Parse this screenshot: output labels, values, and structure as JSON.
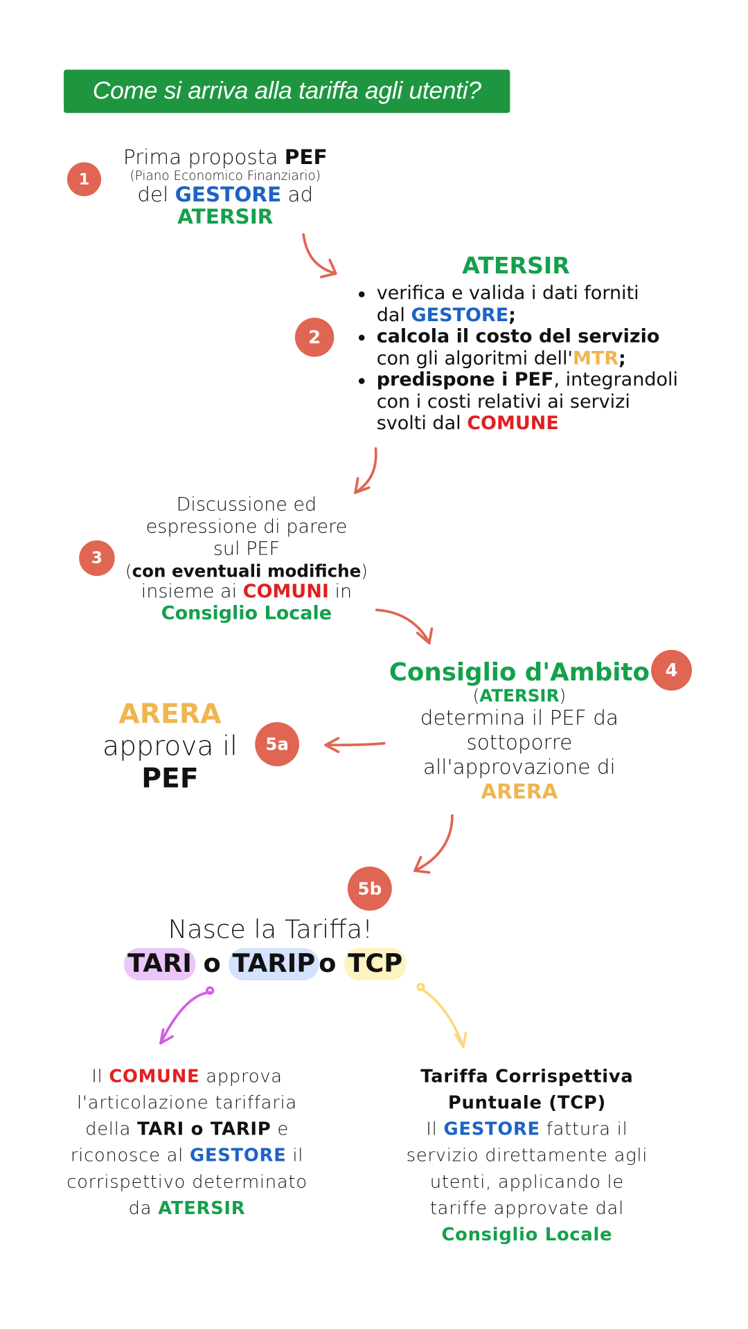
{
  "title": "Come si arriva alla tariffa agli utenti?",
  "colors": {
    "title_bg": "#1e9640",
    "circle": "#e06552",
    "blue": "#1c63c6",
    "green": "#14a04c",
    "red": "#e02020",
    "gold": "#f0b54f",
    "pill_tari": "#ecc6f8",
    "pill_tarip": "#d3e2fd",
    "pill_tcp": "#fdf3c0"
  },
  "steps": {
    "s1": "1",
    "s2": "2",
    "s3": "3",
    "s4": "4",
    "s5a": "5a",
    "s5b": "5b"
  },
  "step1": [
    [
      {
        "t": "Prima proposta "
      },
      {
        "t": "PEF",
        "s": "b"
      }
    ],
    [
      {
        "t": "(Piano Economico Finanziario)"
      }
    ],
    [
      {
        "t": "del "
      },
      {
        "t": "GESTORE",
        "s": "blue"
      },
      {
        "t": " ad"
      }
    ],
    [
      {
        "t": "ATERSIR",
        "s": "green"
      }
    ]
  ],
  "step2": {
    "heading": "ATERSIR",
    "items": [
      [
        [
          {
            "t": "verifica e valida i dati forniti"
          }
        ],
        [
          {
            "t": "dal "
          },
          {
            "t": "GESTORE",
            "s": "blue"
          },
          {
            "t": ";",
            "s": "b"
          }
        ]
      ],
      [
        [
          {
            "t": "calcola il costo del servizio",
            "s": "b"
          }
        ],
        [
          {
            "t": "con gli algoritmi dell'"
          },
          {
            "t": "MTR",
            "s": "gold"
          },
          {
            "t": ";",
            "s": "b"
          }
        ]
      ],
      [
        [
          {
            "t": "predispone i PEF",
            "s": "b"
          },
          {
            "t": ", integrandoli"
          }
        ],
        [
          {
            "t": "con i costi relativi ai servizi"
          }
        ],
        [
          {
            "t": "svolti dal "
          },
          {
            "t": "COMUNE",
            "s": "red"
          }
        ]
      ]
    ]
  },
  "step3": [
    [
      {
        "t": "Discussione ed"
      }
    ],
    [
      {
        "t": "espressione di parere"
      }
    ],
    [
      {
        "t": "sul PEF"
      }
    ],
    [
      {
        "t": "("
      },
      {
        "t": "con eventuali modifiche",
        "s": "b"
      },
      {
        "t": ")"
      }
    ],
    [
      {
        "t": "insieme ai "
      },
      {
        "t": "COMUNI",
        "s": "red"
      },
      {
        "t": " in"
      }
    ],
    [
      {
        "t": "Consiglio Locale",
        "s": "green"
      }
    ]
  ],
  "step4": [
    [
      {
        "t": "Consiglio d'Ambito",
        "s": "green"
      }
    ],
    [
      {
        "t": "("
      },
      {
        "t": "ATERSIR",
        "s": "green"
      },
      {
        "t": ")"
      }
    ],
    [
      {
        "t": "determina il PEF da"
      }
    ],
    [
      {
        "t": "sottoporre"
      }
    ],
    [
      {
        "t": "all'approvazione di"
      }
    ],
    [
      {
        "t": "ARERA",
        "s": "gold"
      }
    ]
  ],
  "step5a": [
    [
      {
        "t": "ARERA",
        "s": "gold"
      }
    ],
    [
      {
        "t": "approva il"
      }
    ],
    [
      {
        "t": "PEF",
        "s": "b"
      }
    ]
  ],
  "step5b": {
    "heading": "Nasce la Tariffa!",
    "tari": "TARI",
    "or1": "o",
    "tarip": "TARIP",
    "or2": "o",
    "tcp": "TCP"
  },
  "left_note": [
    [
      {
        "t": "Il "
      },
      {
        "t": "COMUNE",
        "s": "red"
      },
      {
        "t": " approva"
      }
    ],
    [
      {
        "t": "l'articolazione tariffaria"
      }
    ],
    [
      {
        "t": "della "
      },
      {
        "t": "TARI o TARIP",
        "s": "b"
      },
      {
        "t": " e"
      }
    ],
    [
      {
        "t": "riconosce al "
      },
      {
        "t": "GESTORE",
        "s": "blue"
      },
      {
        "t": " il"
      }
    ],
    [
      {
        "t": "corrispettivo determinato"
      }
    ],
    [
      {
        "t": "da "
      },
      {
        "t": "ATERSIR",
        "s": "green"
      }
    ]
  ],
  "right_note": [
    [
      {
        "t": "Tariffa Corrispettiva",
        "s": "b"
      }
    ],
    [
      {
        "t": "Puntuale (TCP)",
        "s": "b"
      }
    ],
    [
      {
        "t": "Il "
      },
      {
        "t": "GESTORE",
        "s": "blue"
      },
      {
        "t": " fattura il"
      }
    ],
    [
      {
        "t": "servizio direttamente agli"
      }
    ],
    [
      {
        "t": "utenti, applicando le"
      }
    ],
    [
      {
        "t": "tariffe approvate dal"
      }
    ],
    [
      {
        "t": "Consiglio Locale",
        "s": "green"
      }
    ]
  ]
}
